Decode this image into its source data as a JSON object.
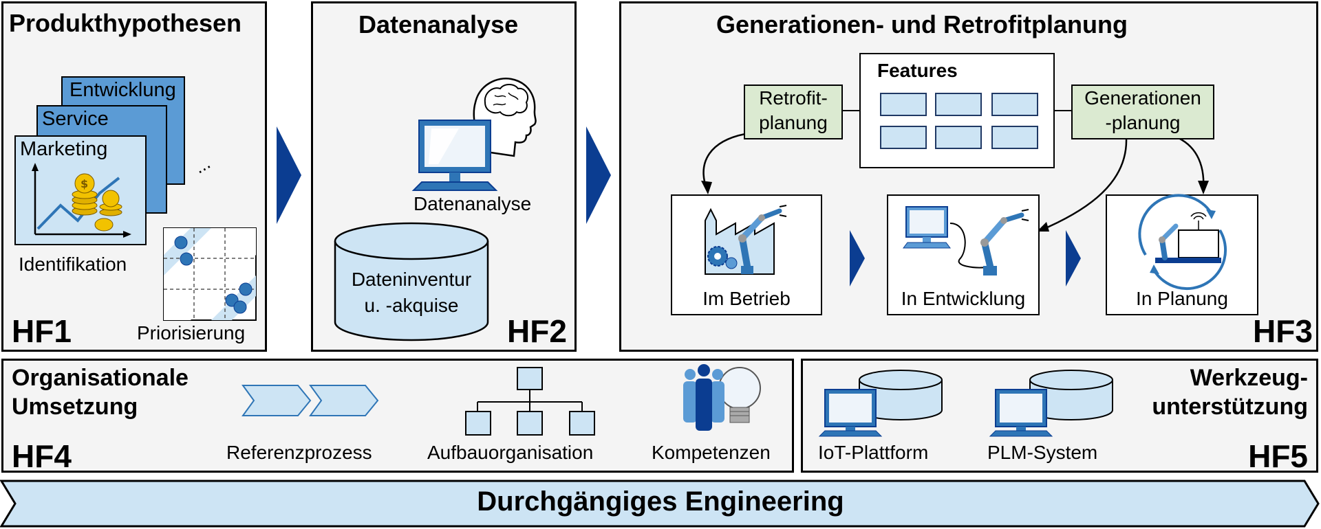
{
  "colors": {
    "dark_blue": "#0b3d91",
    "light_blue": "#cde4f4",
    "mid_blue": "#5b9bd5",
    "green": "#dbead1",
    "panel_bg": "#f4f4f4"
  },
  "hf1": {
    "title": "Produkthypothesen",
    "cards": [
      "Entwicklung",
      "Service",
      "Marketing"
    ],
    "ellipsis": "...",
    "identification_label": "Identifikation",
    "prioritization_label": "Priorisierung",
    "id": "HF1"
  },
  "hf2": {
    "title": "Datenanalyse",
    "analysis_label": "Datenanalyse",
    "db_label_line1": "Dateninventur",
    "db_label_line2": "u. -akquise",
    "id": "HF2"
  },
  "hf3": {
    "title": "Generationen- und Retrofitplanung",
    "features_label": "Features",
    "retrofit_line1": "Retrofit-",
    "retrofit_line2": "planung",
    "generation_line1": "Generationen",
    "generation_line2": "-planung",
    "stages": [
      "Im Betrieb",
      "In Entwicklung",
      "In Planung"
    ],
    "id": "HF3"
  },
  "hf4": {
    "title_line1": "Organisationale",
    "title_line2": "Umsetzung",
    "items": [
      "Referenzprozess",
      "Aufbauorganisation",
      "Kompetenzen"
    ],
    "id": "HF4"
  },
  "hf5": {
    "title_line1": "Werkzeug-",
    "title_line2": "unterstützung",
    "items": [
      "IoT-Plattform",
      "PLM-System"
    ],
    "id": "HF5"
  },
  "footer": {
    "label": "Durchgängiges Engineering"
  }
}
